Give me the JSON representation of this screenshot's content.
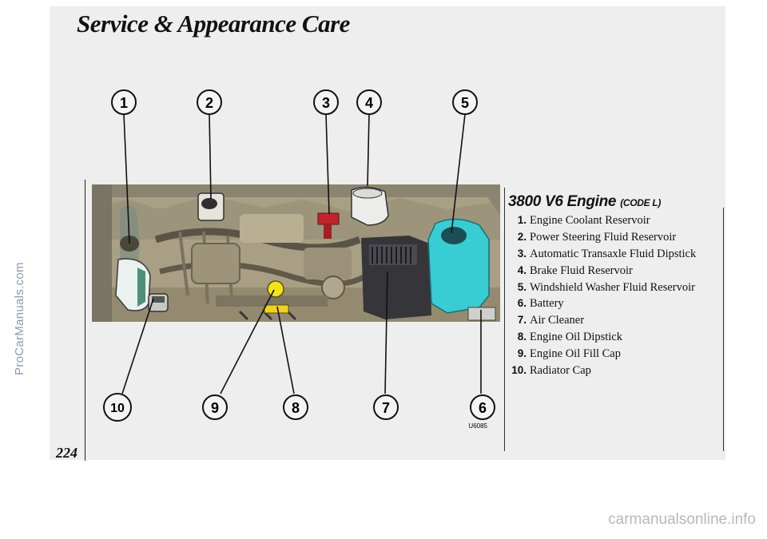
{
  "page": {
    "title": "Service & Appearance Care",
    "page_number": "224",
    "side_watermark": "ProCarManuals.com",
    "bottom_watermark": "carmanualsonline.info"
  },
  "figure": {
    "code": "U6085",
    "callouts_top": [
      "1",
      "2",
      "3",
      "4",
      "5"
    ],
    "callouts_bottom": [
      "10",
      "9",
      "8",
      "7",
      "6"
    ]
  },
  "legend": {
    "title": "3800 V6 Engine",
    "code": "(CODE L)",
    "items": [
      {
        "num": "1.",
        "label": "Engine Coolant Reservoir"
      },
      {
        "num": "2.",
        "label": "Power Steering Fluid Reservoir"
      },
      {
        "num": "3.",
        "label": "Automatic Transaxle Fluid Dipstick"
      },
      {
        "num": "4.",
        "label": "Brake Fluid Reservoir"
      },
      {
        "num": "5.",
        "label": "Windshield Washer Fluid Reservoir"
      },
      {
        "num": "6.",
        "label": "Battery"
      },
      {
        "num": "7.",
        "label": "Air Cleaner"
      },
      {
        "num": "8.",
        "label": "Engine Oil Dipstick"
      },
      {
        "num": "9.",
        "label": "Engine Oil Fill Cap"
      },
      {
        "num": "10.",
        "label": "Radiator Cap"
      }
    ]
  },
  "colors": {
    "engine_bay": "#a99f84",
    "coolant_reservoir": "#e9f2ef",
    "transaxle_dipstick": "#c0242c",
    "washer_reservoir": "#38cdd2",
    "oil_fill_cap": "#f2e418",
    "oil_dipstick": "#f0d21c",
    "air_cleaner": "#36363a"
  }
}
